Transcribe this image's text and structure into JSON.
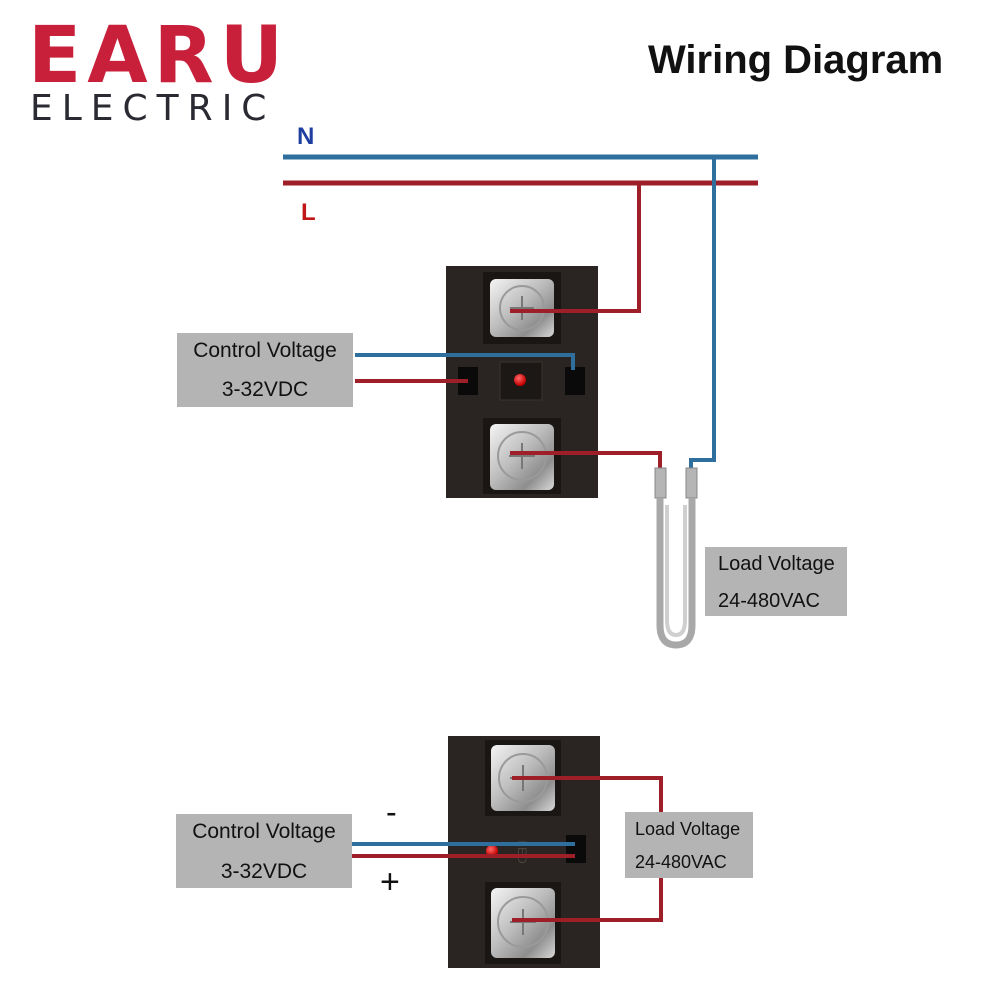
{
  "brand": {
    "logo_main": "EARU",
    "logo_sub": "ELECTRIC",
    "colors": {
      "logo_red": "#c8203a",
      "logo_dark": "#2a2a33"
    }
  },
  "title": "Wiring Diagram",
  "lines": {
    "neutral_label": "N",
    "live_label": "L",
    "colors": {
      "neutral": "#2e6f9e",
      "live": "#9e1f27",
      "neutral_label": "#1e3fa0",
      "live_label": "#c01818"
    }
  },
  "top_diagram": {
    "control_box": {
      "line1": "Control Voltage",
      "line2": "3-32VDC"
    },
    "load_box": {
      "line1": "Load Voltage",
      "line2": "24-480VAC"
    },
    "relay_icons": [
      "screw-terminal-icon",
      "led-indicator-icon",
      "heating-element-icon"
    ]
  },
  "bottom_diagram": {
    "control_box": {
      "line1": "Control Voltage",
      "line2": "3-32VDC"
    },
    "load_box": {
      "line1": "Load Voltage",
      "line2": "24-480VAC"
    },
    "minus_sign": "-",
    "plus_sign": "+",
    "led_label": "LED"
  }
}
